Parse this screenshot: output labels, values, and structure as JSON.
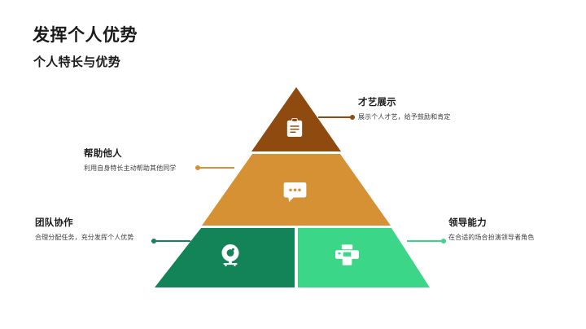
{
  "slide": {
    "title": "发挥个人优势",
    "subtitle": "个人特长与优势",
    "background_color": "#ffffff"
  },
  "pyramid": {
    "tiers": [
      {
        "id": "top",
        "label": "才艺展示",
        "description": "展示个人才艺，给予鼓励和肯定",
        "color": "#8f4a10",
        "icon": "clipboard-icon",
        "callout_side": "right"
      },
      {
        "id": "middle",
        "label": "帮助他人",
        "description": "利用自身特长主动帮助其他同学",
        "color": "#d79135",
        "icon": "chat-bubble-icon",
        "callout_side": "left"
      },
      {
        "id": "bottom-left",
        "label": "团队协作",
        "description": "合理分配任务，充分发挥个人优势",
        "color": "#128457",
        "icon": "webcam-icon",
        "callout_side": "left"
      },
      {
        "id": "bottom-right",
        "label": "领导能力",
        "description": "在合适的场合扮演领导者角色",
        "color": "#3bd687",
        "icon": "printer-icon",
        "callout_side": "right"
      }
    ]
  }
}
